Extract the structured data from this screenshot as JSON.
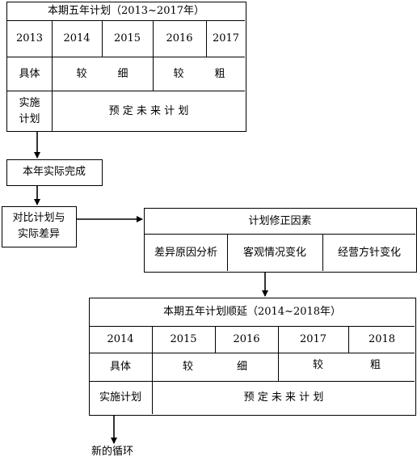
{
  "top_table": {
    "title": "本期五年计划（2013~2017年）",
    "years": [
      "2013",
      "2014",
      "2015",
      "2016",
      "2017"
    ],
    "row_detail_label": "具体",
    "detail_fine_1": "较",
    "detail_fine_2": "细",
    "detail_coarse_1": "较",
    "detail_coarse_2": "粗",
    "row_plan_label_1": "实施",
    "row_plan_label_2": "计划",
    "plan_text": "预 定 未 来 计 划"
  },
  "annual_box": {
    "label": "本年实际完成"
  },
  "compare_box": {
    "line1": "对比计划与",
    "line2": "实际差异"
  },
  "revision_box": {
    "title": "计划修正因素",
    "factors": [
      "差异原因分析",
      "客观情况变化",
      "经营方针变化"
    ]
  },
  "bottom_table": {
    "title": "本期五年计划顺延（2014~2018年）",
    "years": [
      "2014",
      "2015",
      "2016",
      "2017",
      "2018"
    ],
    "row_detail_label": "具体",
    "detail_fine_1": "较",
    "detail_fine_2": "细",
    "detail_coarse_1": "较",
    "detail_coarse_2": "粗",
    "row_plan_label": "实施计划",
    "plan_text": "预 定 未 来 计 划"
  },
  "new_cycle": {
    "label": "新的循环"
  }
}
